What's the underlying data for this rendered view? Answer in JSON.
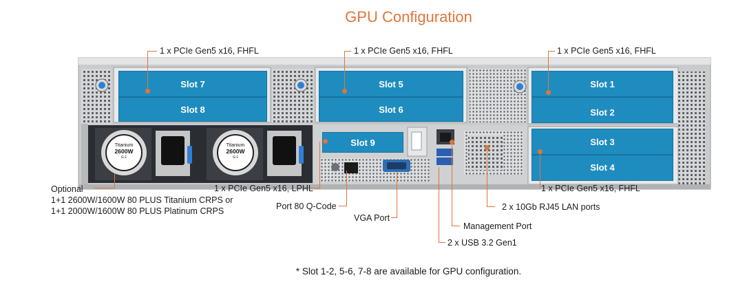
{
  "title": "GPU Configuration",
  "slots": {
    "slot1": "Slot 1",
    "slot2": "Slot 2",
    "slot3": "Slot 3",
    "slot4": "Slot 4",
    "slot5": "Slot 5",
    "slot6": "Slot 6",
    "slot7": "Slot 7",
    "slot8": "Slot 8",
    "slot9": "Slot 9"
  },
  "psu": {
    "brand": "Titanium",
    "wattage": "2600W",
    "model": "G-1"
  },
  "callouts": {
    "pcie_top_left": "1 x PCIe Gen5 x16, FHFL",
    "pcie_top_middle": "1 x PCIe Gen5 x16, FHFL",
    "pcie_top_right": "1 x PCIe Gen5 x16, FHFL",
    "pcie_bottom_right": "1 x PCIe Gen5 x16, FHFL",
    "pcie_lphl": "1 x PCIe Gen5 x16, LPHL",
    "psu_line1": "Optional",
    "psu_line2": "1+1 2600W/1600W 80 PLUS Titanium CRPS or",
    "psu_line3": "1+1 2000W/1600W 80 PLUS Platinum CRPS",
    "port80": "Port 80 Q-Code",
    "vga": "VGA Port",
    "lan": "2 x 10Gb RJ45 LAN ports",
    "mgmt": "Management Port",
    "usb": "2 x USB 3.2 Gen1"
  },
  "note": "* Slot 1-2, 5-6, 7-8 are available for GPU configuration.",
  "colors": {
    "accent": "#e0753a",
    "slot_fill": "#1f8cc0",
    "chassis": "#c9cbcd",
    "psu_handle": "#2f7fd6"
  }
}
